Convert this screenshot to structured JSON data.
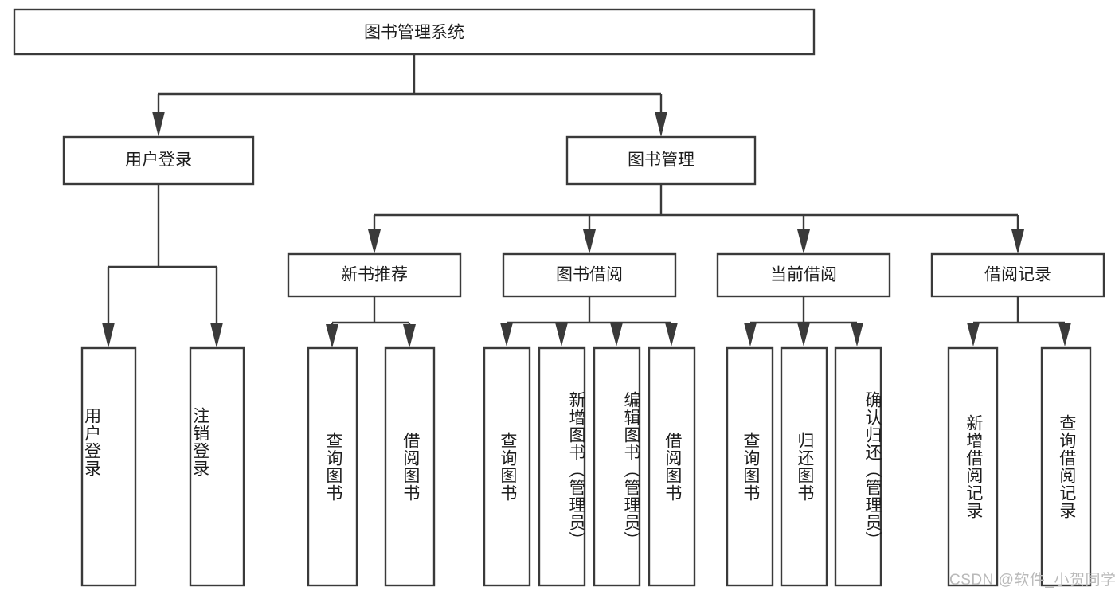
{
  "diagram": {
    "type": "tree",
    "orientation": "top-down",
    "style": {
      "box_fill": "#ffffff",
      "box_stroke": "#3a3a3a",
      "text_color": "#1d1d1d",
      "background": "#ffffff",
      "watermark_color": "#b9b9b9"
    },
    "root": {
      "label": "图书管理系统"
    },
    "level2": [
      {
        "label": "用户登录"
      },
      {
        "label": "图书管理"
      }
    ],
    "level3": [
      {
        "label": "新书推荐"
      },
      {
        "label": "图书借阅"
      },
      {
        "label": "当前借阅"
      },
      {
        "label": "借阅记录"
      }
    ],
    "leaves": {
      "user_login": [
        {
          "label": "用户登录"
        },
        {
          "label": "注销登录"
        }
      ],
      "new_book_recommend": [
        {
          "label": "查询图书"
        },
        {
          "label": "借阅图书"
        }
      ],
      "book_borrow": [
        {
          "label": "查询图书"
        },
        {
          "label": "新增图书（管理员）"
        },
        {
          "label": "编辑图书（管理员）"
        },
        {
          "label": "借阅图书"
        }
      ],
      "current_borrow": [
        {
          "label": "查询图书"
        },
        {
          "label": "归还图书"
        },
        {
          "label": "确认归还（管理员）"
        }
      ],
      "borrow_record": [
        {
          "label": "新增借阅记录"
        },
        {
          "label": "查询借阅记录"
        }
      ]
    }
  },
  "watermark": {
    "text": "CSDN @软件_小贺同学"
  }
}
